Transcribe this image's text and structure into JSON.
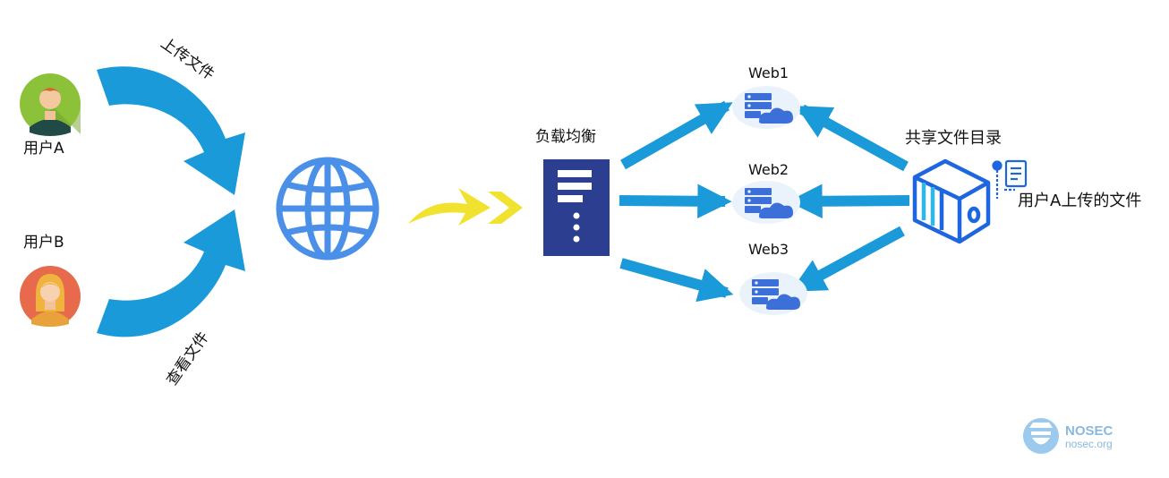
{
  "users": {
    "user_a": "用户A",
    "user_b": "用户B"
  },
  "actions": {
    "upload": "上传文件",
    "view": "查看文件"
  },
  "load_balancer": "负载均衡",
  "servers": {
    "web1": "Web1",
    "web2": "Web2",
    "web3": "Web3"
  },
  "shared_dir": "共享文件目录",
  "uploaded_file": "用户A上传的文件",
  "logo": {
    "name": "NOSEC",
    "domain": "nosec.org"
  },
  "colors": {
    "arrow_blue": "#1a9ad9",
    "globe_blue": "#4a8fe8",
    "lb_navy": "#2c3e8f",
    "server_blue": "#3d6fd8",
    "yellow": "#f2e230",
    "shared_blue": "#1e66e0"
  }
}
